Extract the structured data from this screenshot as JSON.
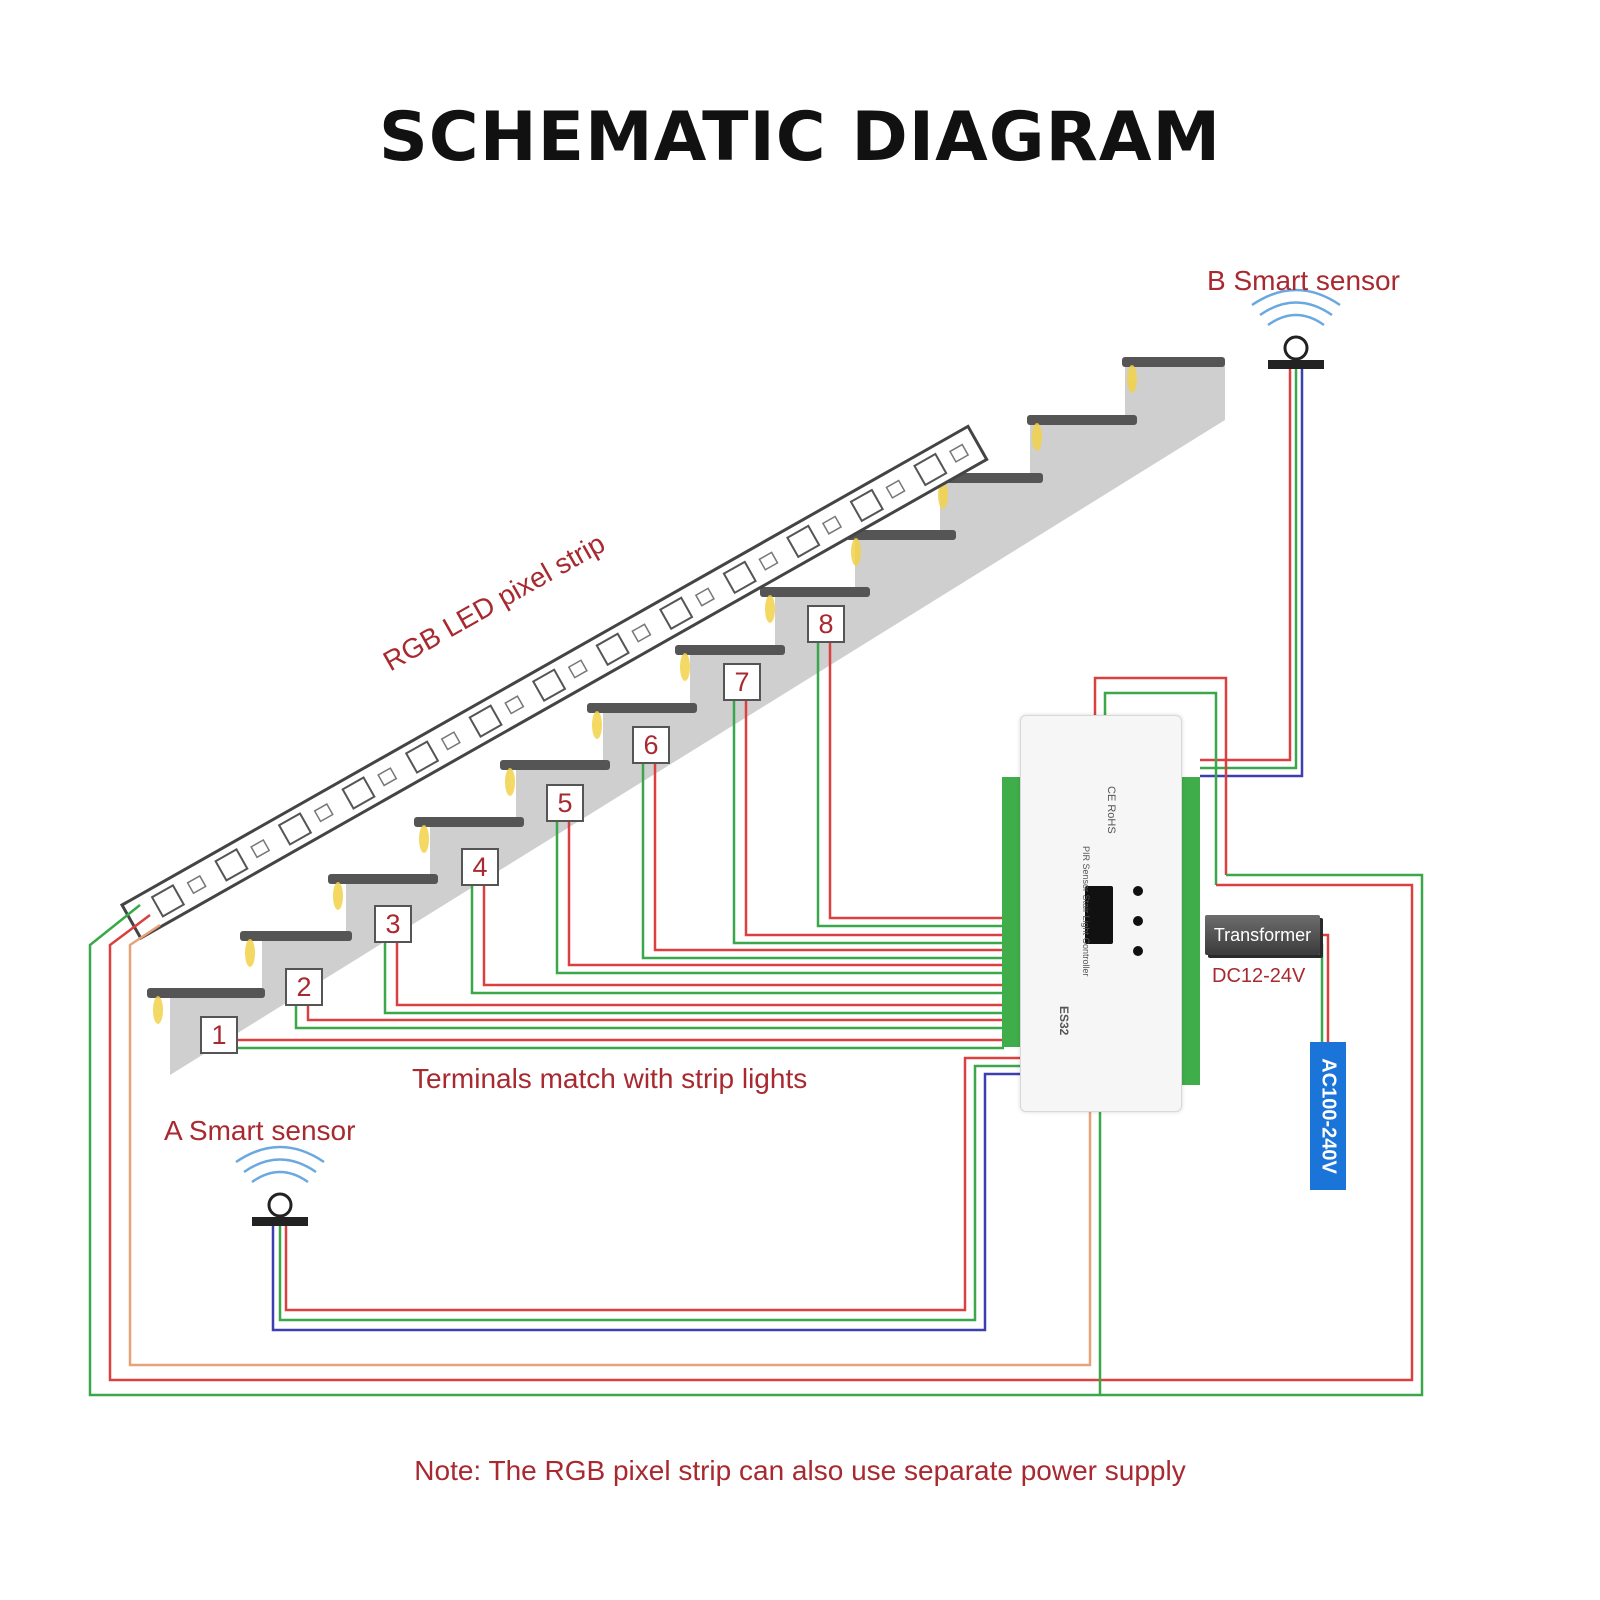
{
  "title": "SCHEMATIC DIAGRAM",
  "labels": {
    "strip": "RGB LED pixel strip",
    "b_sensor": "B Smart sensor",
    "a_sensor": "A Smart sensor",
    "terminals": "Terminals match with strip lights",
    "transformer": "Transformer",
    "dc": "DC12-24V",
    "ac": "AC100-240V",
    "note": "Note: The RGB pixel strip can also use separate power supply"
  },
  "steps": [
    "1",
    "2",
    "3",
    "4",
    "5",
    "6",
    "7",
    "8"
  ],
  "controller": {
    "model": "ES32",
    "name": "PIR Sensor Stair Light Controller",
    "marks": "CE RoHS"
  },
  "colors": {
    "wire_red": "#d9403f",
    "wire_green": "#3aa84a",
    "wire_blue": "#3b3fb0",
    "wire_orange": "#e8a27a",
    "label_red": "#a8292f",
    "stair_gray": "#cfcfcf",
    "terminal_green": "#3fae4a",
    "ac_blue": "#1b74d8"
  },
  "icons": [
    "sensor-icon",
    "signal-waves-icon",
    "step-light-icon"
  ]
}
